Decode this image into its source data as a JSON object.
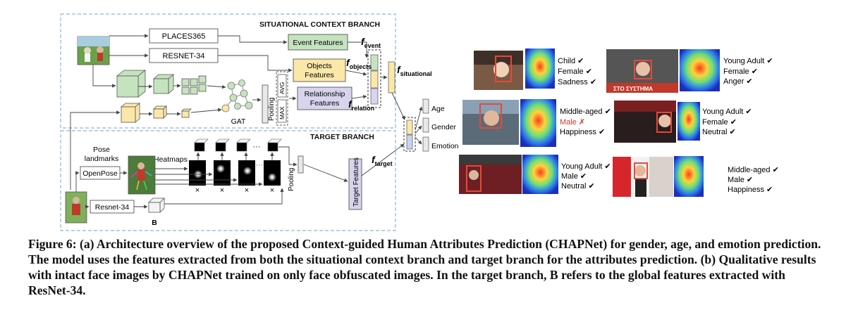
{
  "situational": {
    "title": "SITUATIONAL CONTEXT BRANCH",
    "places": "PLACES365",
    "resnet": "RESNET-34",
    "event": "Event Features",
    "objects": [
      "Objects",
      "Features"
    ],
    "relationship": [
      "Relationship",
      "Features"
    ],
    "gat": "GAT",
    "pooling": "Pooling",
    "avg": "AVG",
    "max": "MAX",
    "f_event_main": "f",
    "f_event_sub": "event",
    "f_objects_main": "f",
    "f_objects_sub": "objects",
    "f_relation_main": "f",
    "f_relation_sub": "relation",
    "f_situational_main": "f",
    "f_situational_sub": "situational"
  },
  "target": {
    "title": "TARGET BRANCH",
    "pose": [
      "Pose",
      "landmarks"
    ],
    "heatmaps": "Heatmaps",
    "openpose": "OpenPose",
    "resnet": "Resnet-34",
    "b": "B",
    "pooling": "Pooling",
    "features": "Target Features",
    "dots": "···",
    "times": "×",
    "f_target_main": "f",
    "f_target_sub": "target"
  },
  "outputs": [
    "Age",
    "Gender",
    "Emotion"
  ],
  "results": [
    {
      "l1": "Child ✔",
      "l2": "Female ✔",
      "l3": "Sadness ✔"
    },
    {
      "l1": "Young Adult ✔",
      "l2": "Female ✔",
      "l3": "Anger ✔"
    },
    {
      "l1": "Middle-aged ✔",
      "l2": "Male ✗",
      "l3": "Happiness ✔"
    },
    {
      "l1": "Young Adult ✔",
      "l2": "Female ✔",
      "l3": "Neutral ✔"
    },
    {
      "l1": "Young Adult ✔",
      "l2": "Male ✔",
      "l3": "Neutral ✔"
    },
    {
      "l1": "Middle-aged ✔",
      "l2": "Male ✔",
      "l3": "Happiness ✔"
    }
  ],
  "banner_text": "ΣΤΟ ΣΥΣΤΗΜΑ",
  "caption": "Figure 6: (a) Architecture overview of the proposed Context-guided Human Attributes Prediction (CHAPNet) for gender, age, and emotion prediction. The model uses the features extracted from both the situational context branch and target branch for the attributes prediction. (b) Qualitative results with intact face images by CHAPNet trained on only face obfuscated images. In the target branch, B refers to the global features extracted with ResNet-34.",
  "colors": {
    "green": "#c5e3bf",
    "yellow": "#fbe7a8",
    "purple": "#d8d4ee",
    "red": "#e8483a",
    "check": "#3d8a2e",
    "cross": "#d9332a"
  }
}
